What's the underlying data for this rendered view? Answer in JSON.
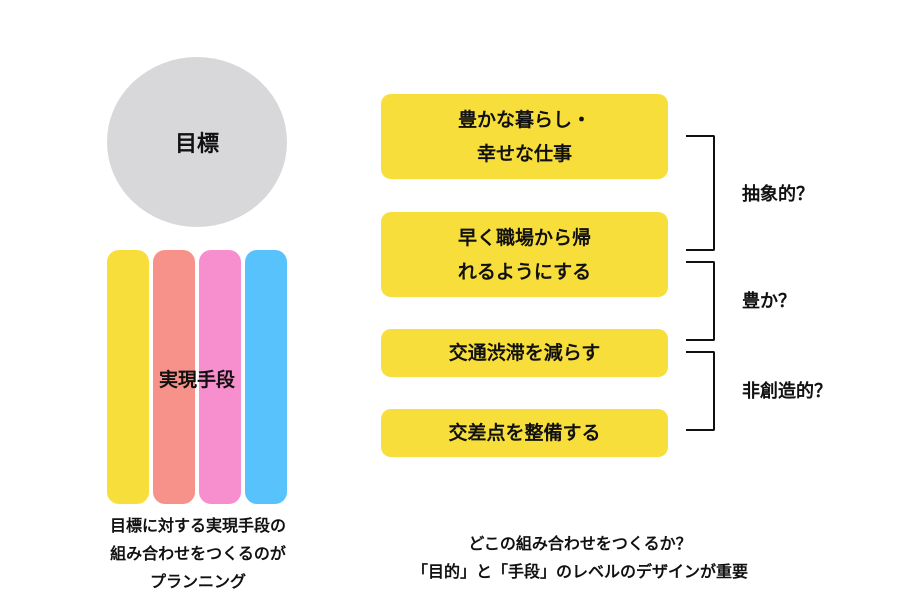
{
  "goal": {
    "label": "目標"
  },
  "means": {
    "label": "実現手段",
    "bar_colors": [
      "#f7de3a",
      "#f7928a",
      "#f78fce",
      "#57c2fb"
    ]
  },
  "left_caption": [
    "目標に対する実現手段の",
    "組み合わせをつくるのが",
    "プランニング"
  ],
  "levels": [
    {
      "lines": [
        "豊かな暮らし・",
        "幸せな仕事"
      ]
    },
    {
      "lines": [
        "早く職場から帰",
        "れるようにする"
      ]
    },
    {
      "lines": [
        "交通渋滞を減らす"
      ]
    },
    {
      "lines": [
        "交差点を整備する"
      ]
    }
  ],
  "bracket_labels": [
    "抽象的？",
    "豊か？",
    "非創造的？"
  ],
  "right_caption": [
    "どこの組み合わせをつくるか？",
    "「目的」と「手段」のレベルのデザインが重要"
  ],
  "colors": {
    "level_box": "#f7de3a",
    "goal_circle": "#d8d7d9"
  }
}
